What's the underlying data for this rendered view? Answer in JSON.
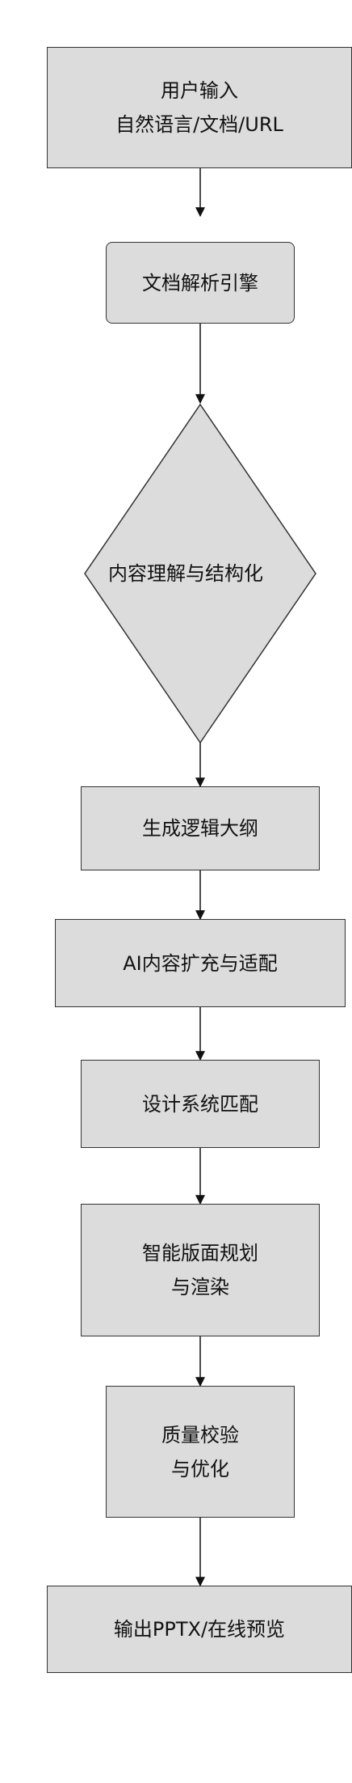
{
  "nodes": [
    {
      "id": "input",
      "shape": "rect",
      "label": "用户输入\n自然语言/文档/URL"
    },
    {
      "id": "parse",
      "shape": "rounded",
      "label": "文档解析引擎"
    },
    {
      "id": "understand",
      "shape": "diamond",
      "label": "内容理解与结构化"
    },
    {
      "id": "outline",
      "shape": "rect",
      "label": "生成逻辑大纲"
    },
    {
      "id": "ai",
      "shape": "rect",
      "label": "AI内容扩充与适配"
    },
    {
      "id": "design",
      "shape": "rect",
      "label": "设计系统匹配"
    },
    {
      "id": "layout",
      "shape": "rect",
      "label": "智能版面规划\n与渲染"
    },
    {
      "id": "qa",
      "shape": "rect",
      "label": "质量校验\n与优化"
    },
    {
      "id": "output",
      "shape": "rect",
      "label": "输出PPTX/在线预览"
    }
  ],
  "edges": [
    {
      "from": "input",
      "to": "parse"
    },
    {
      "from": "parse",
      "to": "understand"
    },
    {
      "from": "understand",
      "to": "outline"
    },
    {
      "from": "outline",
      "to": "ai"
    },
    {
      "from": "ai",
      "to": "design"
    },
    {
      "from": "design",
      "to": "layout"
    },
    {
      "from": "layout",
      "to": "qa"
    },
    {
      "from": "qa",
      "to": "output"
    }
  ],
  "colors": {
    "node_fill": "#dcdcdc",
    "stroke": "#333333"
  }
}
